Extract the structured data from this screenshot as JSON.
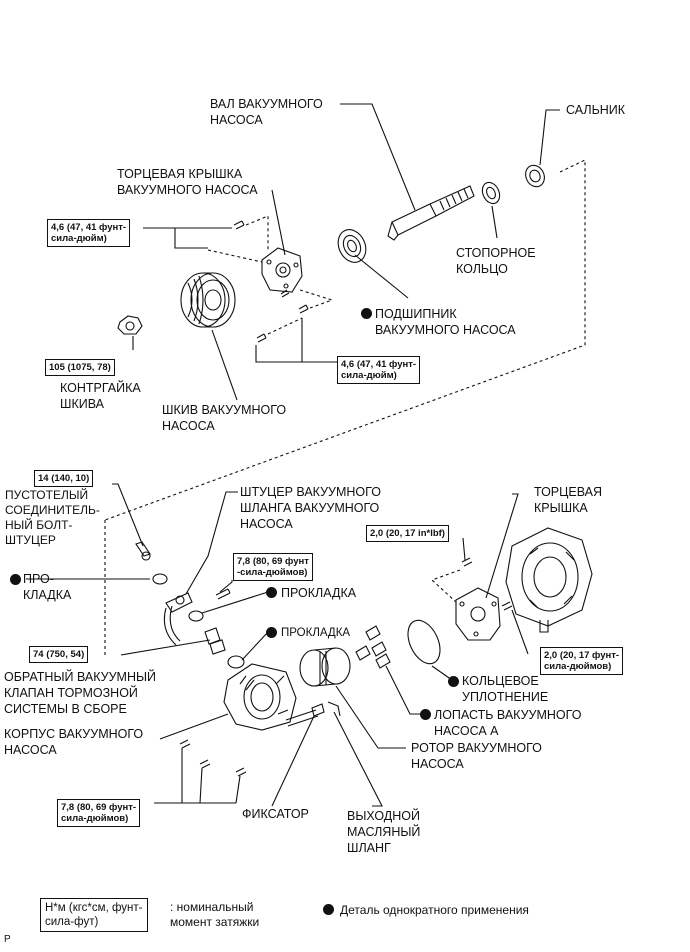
{
  "labels": {
    "vac_shaft": "ВАЛ ВАКУУМНОГО\nНАСОСА",
    "oil_seal": "САЛЬНИК",
    "end_cover_top": "ТОРЦЕВАЯ КРЫШКА\nВАКУУМНОГО НАСОСА",
    "snap_ring": "СТОПОРНОЕ\nКОЛЬЦО",
    "bearing": "ПОДШИПНИК\nВАКУУМНОГО НАСОСА",
    "pulley_nut": "КОНТРГАЙКА\nШКИВА",
    "pulley": "ШКИВ ВАКУУМНОГО\nНАСОСА",
    "union_bolt": "ПУСТОТЕЛЫЙ\nСОЕДИНИТЕЛЬ-\nНЫЙ БОЛТ-\nШТУЦЕР",
    "hose_union": "ШТУЦЕР ВАКУУМНОГО\nШЛАНГА ВАКУУМНОГО\nНАСОСА",
    "end_cover_right": "ТОРЦЕВАЯ\nКРЫШКА",
    "gasket1": "ПРО-\nКЛАДКА",
    "gasket2": "ПРОКЛАДКА",
    "gasket3": "ПРОКЛАДКА",
    "check_valve": "ОБРАТНЫЙ ВАКУУМНЫЙ\nКЛАПАН ТОРМОЗНОЙ\nСИСТЕМЫ В СБОРЕ",
    "o_ring": "КОЛЬЦЕВОЕ\nУПЛОТНЕНИЕ",
    "blade": "ЛОПАСТЬ ВАКУУМНОГО\nНАСОСА А",
    "housing": "КОРПУС ВАКУУМНОГО\nНАСОСА",
    "rotor": "РОТОР ВАКУУМНОГО\nНАСОСА",
    "retainer": "ФИКСАТОР",
    "outlet_hose": "ВЫХОДНОЙ\nМАСЛЯНЫЙ\nШЛАНГ"
  },
  "torques": {
    "t1": "4,6 (47, 41 фунт-\nсила-дюйм)",
    "t2": "4,6 (47, 41 фунт-\nсила-дюйм)",
    "t3": "105 (1075, 78)",
    "t4": "14 (140, 10)",
    "t5": "7,8 (80, 69 фунт\n-сила-дюймов)",
    "t6": "2,0 (20, 17 in*lbf)",
    "t7": "74 (750, 54)",
    "t8": "2,0 (20, 17 фунт-\nсила-дюймов)",
    "t9": "7,8 (80, 69 фунт-\nсила-дюймов)"
  },
  "legend": {
    "unit_box": "Н*м (кгс*см, фунт-\nсила-фут)",
    "unit_desc": ": номинальный\nмомент затяжки",
    "single_use": "Деталь однократного применения"
  },
  "corner_code": "P"
}
